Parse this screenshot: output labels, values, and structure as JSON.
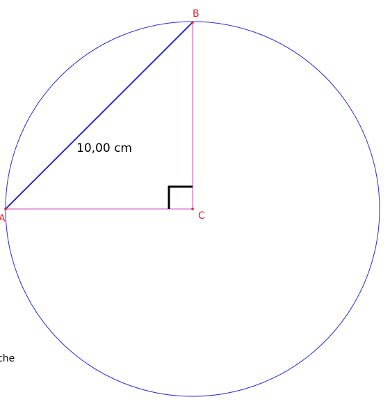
{
  "figure": {
    "points": {
      "A": "A",
      "B": "B",
      "C": "C"
    },
    "measurement": "10,00 cm",
    "side_text": "che"
  },
  "colors": {
    "circle": "#2a2ad0",
    "segment_ab": "#2a2ad0",
    "segments_c": "#d048c8",
    "point": "#e0202a",
    "right_angle_mark": "#000000"
  }
}
